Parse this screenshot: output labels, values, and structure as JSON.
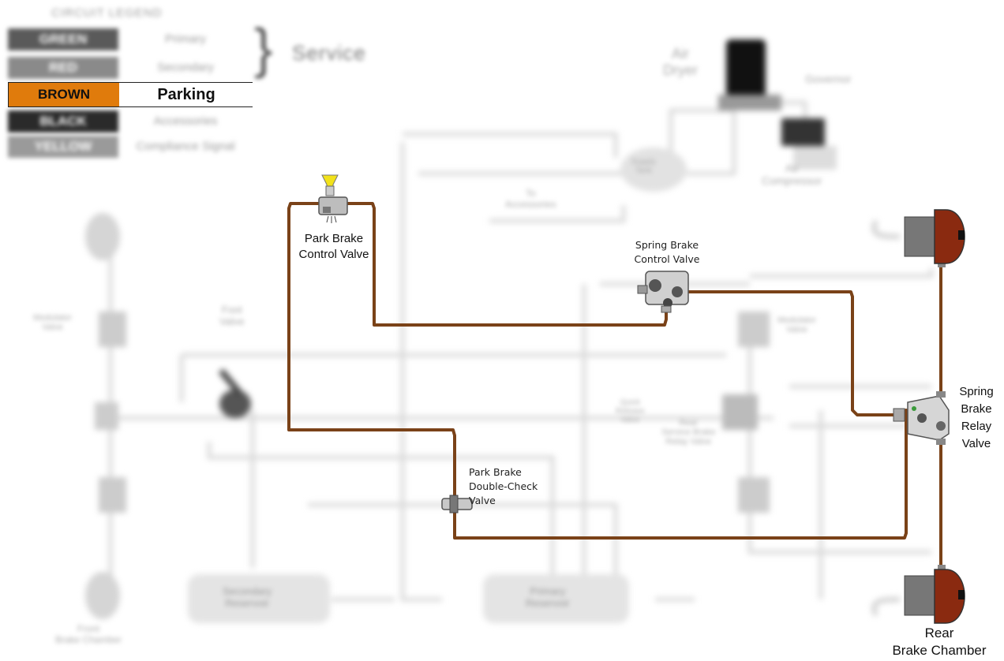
{
  "legend": {
    "title": "CIRCUIT LEGEND",
    "rows": [
      {
        "swatch": "GREEN",
        "label": "Primary",
        "color": "#5a5a5a",
        "highlight": false
      },
      {
        "swatch": "RED",
        "label": "Secondary",
        "color": "#8a8a8a",
        "highlight": false
      },
      {
        "swatch": "BROWN",
        "label": "Parking",
        "color": "#e07b0c",
        "highlight": true
      },
      {
        "swatch": "BLACK",
        "label": "Accessories",
        "color": "#2a2a2a",
        "highlight": false
      },
      {
        "swatch": "YELLOW",
        "label": "Compliance Signal",
        "color": "#9a9a9a",
        "highlight": false
      }
    ],
    "service_label": "Service"
  },
  "labels": {
    "park_brake_control_valve": "Park Brake\nControl Valve",
    "spring_brake_control_valve": "Spring Brake\nControl Valve",
    "park_brake_double_check_valve": "Park Brake\nDouble-Check\nValve",
    "spring_brake_relay_valve": "Spring\nBrake\nRelay\nValve",
    "rear_brake_chamber": "Rear\nBrake Chamber"
  },
  "faint_labels": {
    "air_dryer": "Air\nDryer",
    "governor": "Governor",
    "air_compressor": "Air\nCompressor",
    "supply_tank": "Supply\nTank",
    "to_accessories": "To\nAccessories",
    "treadle_valve": "Foot\nValve",
    "front_brake_chamber": "Front\nBrake Chamber",
    "secondary_reservoir": "Secondary\nReservoir",
    "primary_reservoir": "Primary\nReservoir",
    "relay_valve": "Rear\nService Brake\nRelay Valve",
    "quick_release": "Quick\nRelease\nValve",
    "ratio_valve_left": "Modulator\nValve",
    "ratio_valve_right": "Modulator\nValve"
  },
  "colors": {
    "parking_line": "#7a4218",
    "brake_chamber": "#8a2a10",
    "knob": "#f2e21a",
    "faint_line": "#d8d8d8"
  }
}
